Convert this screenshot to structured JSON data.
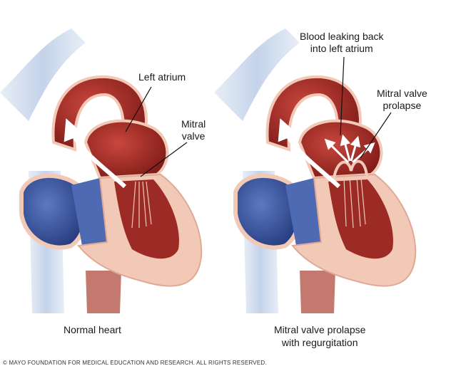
{
  "labels": {
    "left_atrium": "Left atrium",
    "mitral_valve": [
      "Mitral",
      "valve"
    ],
    "blood_leaking": [
      "Blood leaking back",
      "into left atrium"
    ],
    "mitral_prolapse": [
      "Mitral valve",
      "prolapse"
    ]
  },
  "captions": {
    "normal": "Normal heart",
    "prolapse": [
      "Mitral valve prolapse",
      "with regurgitation"
    ]
  },
  "copyright": "© MAYO FOUNDATION FOR MEDICAL EDUCATION AND RESEARCH. ALL RIGHTS RESERVED.",
  "colors": {
    "aorta": "#a52a2a",
    "atrium": "#b5302c",
    "wall": "#f2c9b6",
    "right_side": "#3d5aa8",
    "vessel_blue": "#c9d6ea",
    "arrow": "#ffffff"
  }
}
